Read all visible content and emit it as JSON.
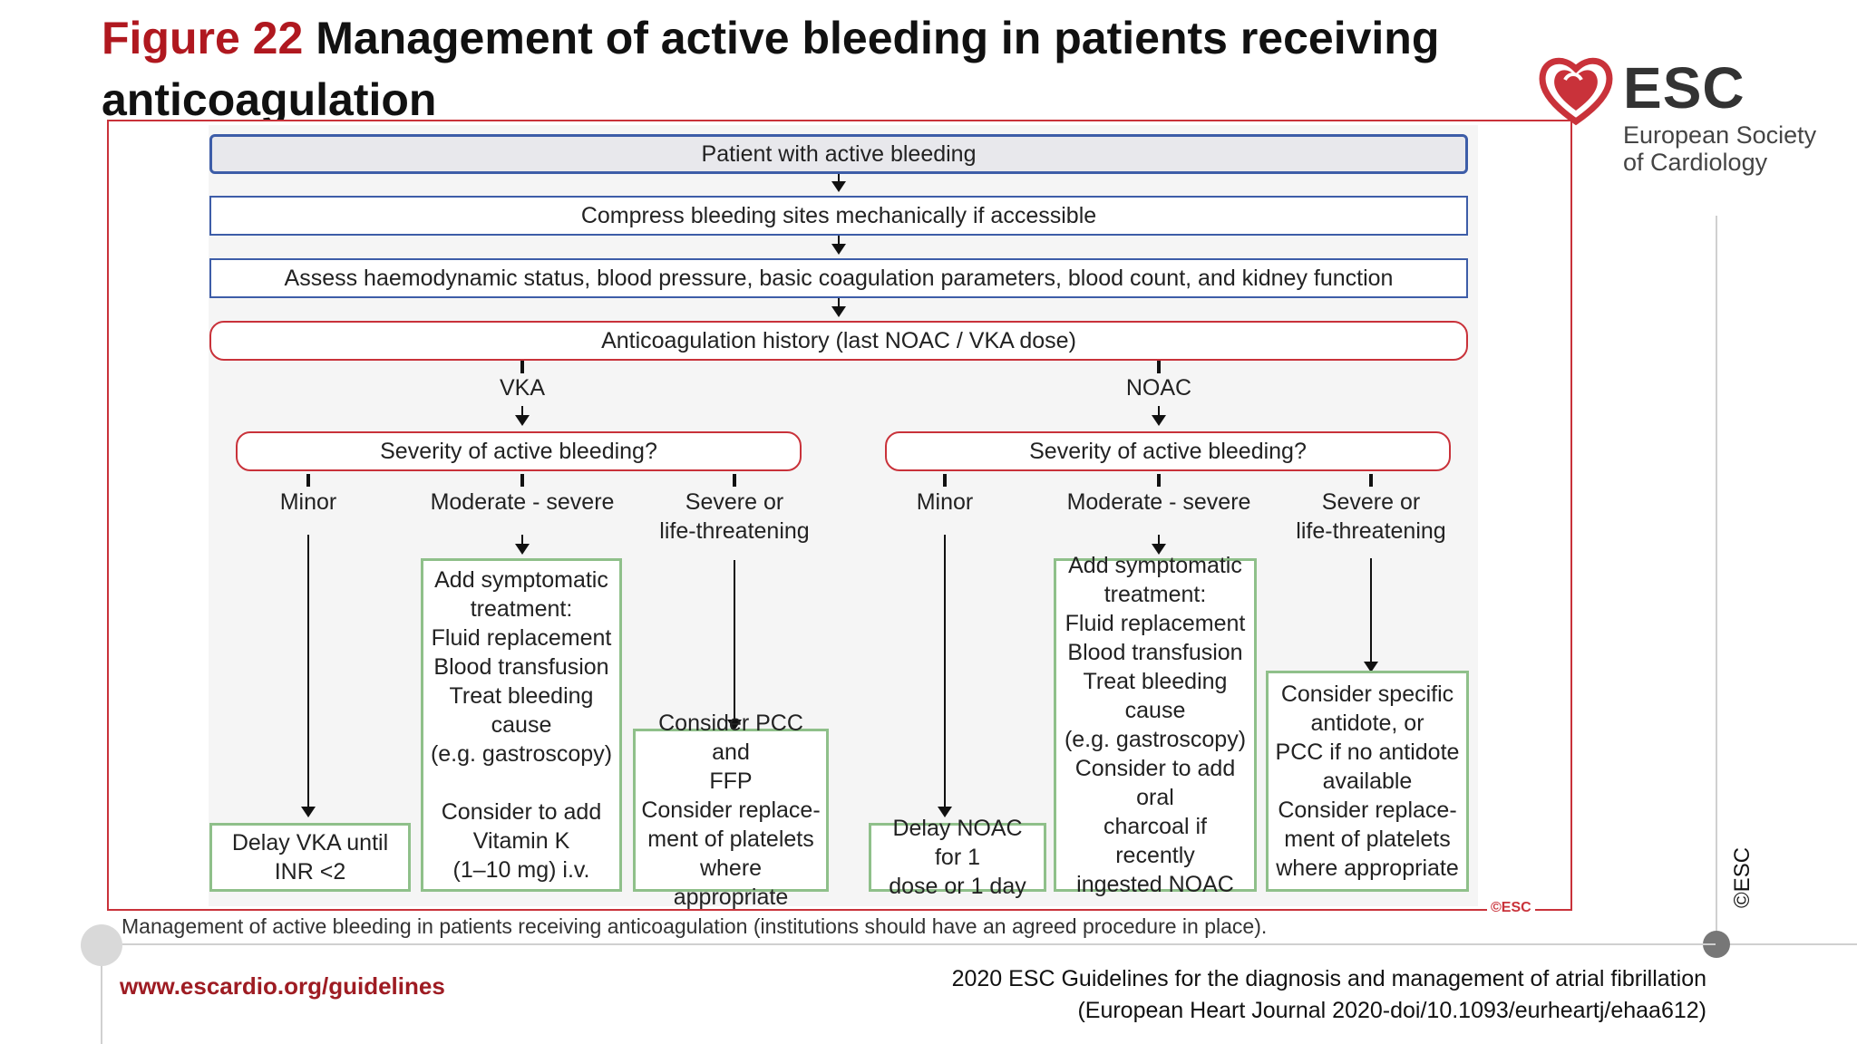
{
  "header": {
    "figure_label": "Figure 22",
    "title": "Management of active bleeding in patients receiving anticoagulation"
  },
  "logo": {
    "brand": "ESC",
    "line1": "European Society",
    "line2": "of Cardiology",
    "icon": "heart-logo-icon",
    "color": "#c9323a"
  },
  "diagram": {
    "step1": "Patient with active bleeding",
    "step2": "Compress bleeding sites mechanically if accessible",
    "step3": "Assess haemodynamic status, blood pressure, basic coagulation parameters, blood count, and kidney function",
    "step4": "Anticoagulation history (last NOAC / VKA dose)",
    "vka": {
      "label": "VKA",
      "severity": "Severity of active bleeding?",
      "minor": "Minor",
      "moderate": "Moderate - severe",
      "severe_l1": "Severe or",
      "severe_l2": "life-threatening",
      "minor_action_l1": "Delay VKA until",
      "minor_action_l2": "INR <2",
      "moderate_action": [
        "Add symptomatic",
        "treatment:",
        "Fluid replacement",
        "Blood transfusion",
        "Treat bleeding",
        "cause",
        "(e.g. gastroscopy)",
        "",
        "Consider to add",
        "Vitamin K",
        "(1–10 mg) i.v."
      ],
      "severe_action": [
        "Consider PCC and",
        "FFP",
        "Consider replace-",
        "ment of platelets",
        "where appropriate"
      ]
    },
    "noac": {
      "label": "NOAC",
      "severity": "Severity of active bleeding?",
      "minor": "Minor",
      "moderate": "Moderate - severe",
      "severe_l1": "Severe or",
      "severe_l2": "life-threatening",
      "minor_action_l1": "Delay NOAC for 1",
      "minor_action_l2": "dose or 1 day",
      "moderate_action": [
        "Add symptomatic",
        "treatment:",
        "Fluid replacement",
        "Blood transfusion",
        "Treat bleeding",
        "cause",
        "(e.g. gastroscopy)",
        "",
        "Consider to add oral",
        "charcoal if recently",
        "ingested NOAC"
      ],
      "severe_action": [
        "Consider specific",
        "antidote, or",
        "PCC if no antidote",
        "available",
        "Consider replace-",
        "ment of platelets",
        "where appropriate"
      ]
    },
    "copyright": "©ESC"
  },
  "caption": "Management of active bleeding in patients receiving anticoagulation (institutions should have an agreed procedure in place).",
  "side_copyright": "©ESC",
  "footer": {
    "url": "www.escardio.org/guidelines",
    "ref_line1": "2020 ESC Guidelines for the diagnosis and management of atrial fibrillation",
    "ref_line2": "(European Heart Journal 2020-doi/10.1093/eurheartj/ehaa612)"
  }
}
